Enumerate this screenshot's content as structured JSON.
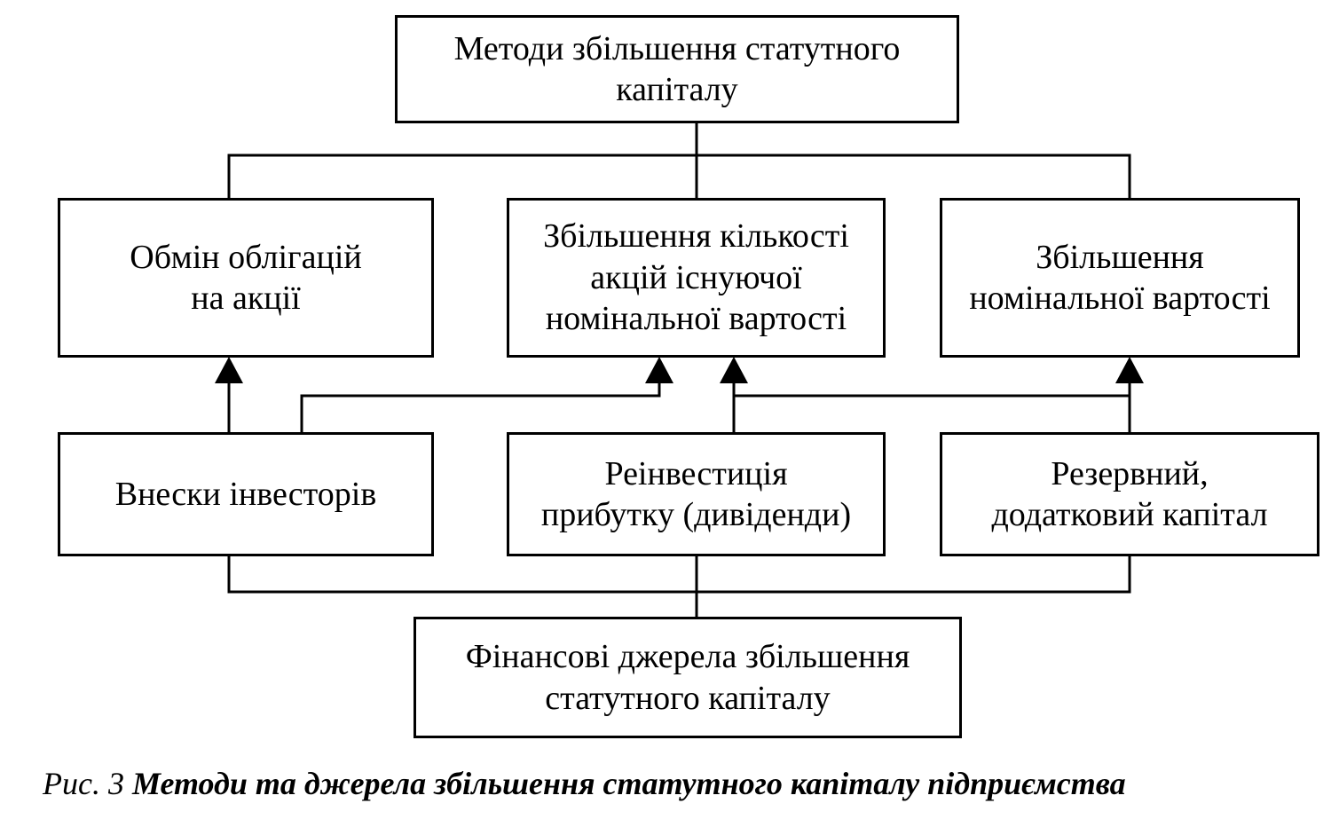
{
  "top_box": {
    "line1": "Методи збільшення статутного",
    "line2": "капіталу"
  },
  "methods": [
    {
      "line1": "Обмін облігацій",
      "line2": "на акції"
    },
    {
      "line1": "Збільшення кількості",
      "line2": "акцій існуючої",
      "line3": "номінальної вартості"
    },
    {
      "line1": "Збільшення",
      "line2": "номінальної вартості"
    }
  ],
  "sources": [
    {
      "line1": "Внески інвесторів"
    },
    {
      "line1": "Реінвестиція",
      "line2": "прибутку (дивіденди)"
    },
    {
      "line1": "Резервний,",
      "line2": "додатковий капітал"
    }
  ],
  "bottom_box": {
    "line1": "Фінансові джерела збільшення",
    "line2": "статутного капіталу"
  },
  "caption": {
    "prefix": "Рис. 3 ",
    "text": "Методи та джерела збільшення статутного капіталу підприємства"
  }
}
